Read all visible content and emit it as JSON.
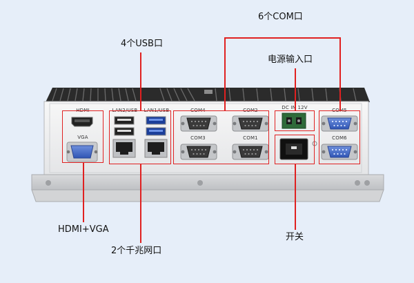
{
  "callouts": {
    "com6": "6个COM口",
    "usb4": "4个USB口",
    "power_in": "电源输入口",
    "hdmi_vga": "HDMI+VGA",
    "lan2": "2个千兆网口",
    "switch": "开关"
  },
  "port_labels": {
    "hdmi": "HDMI",
    "vga": "VGA",
    "lan2_usb": "LAN2/USB",
    "lan1_usb": "LAN1/USB",
    "com1": "COM1",
    "com2": "COM2",
    "com3": "COM3",
    "com4": "COM4",
    "com5": "COM5",
    "com6": "COM6",
    "dc_in": "DC IN  12V"
  },
  "colors": {
    "highlight": "#e02020",
    "chassis": "#eeeff0",
    "heatsink": "#2b2b2b",
    "vga_blue": "#3a5fc0",
    "com_blue": "#4a72c8"
  }
}
